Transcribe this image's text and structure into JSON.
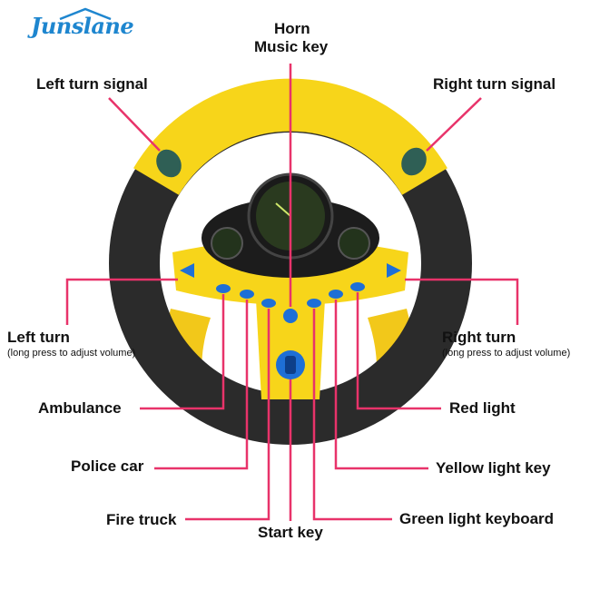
{
  "brand": {
    "logo_text": "Junslane",
    "logo_color": "#1e86cf"
  },
  "colors": {
    "callout_line": "#e8336a",
    "wheel_yellow": "#f7d51a",
    "wheel_black": "#2b2b2b",
    "button_blue": "#1e6fd6"
  },
  "labels": {
    "horn": "Horn",
    "music_key": "Music key",
    "left_turn_signal": "Left turn signal",
    "right_turn_signal": "Right turn signal",
    "left_turn": "Left turn",
    "left_turn_note": "(long press to adjust volume)",
    "right_turn": "Right turn",
    "right_turn_note": "(long press to adjust volume)",
    "ambulance": "Ambulance",
    "red_light": "Red light",
    "police_car": "Police car",
    "yellow_light_key": "Yellow light key",
    "fire_truck": "Fire truck",
    "green_light_keyboard": "Green light keyboard",
    "start_key": "Start key"
  }
}
